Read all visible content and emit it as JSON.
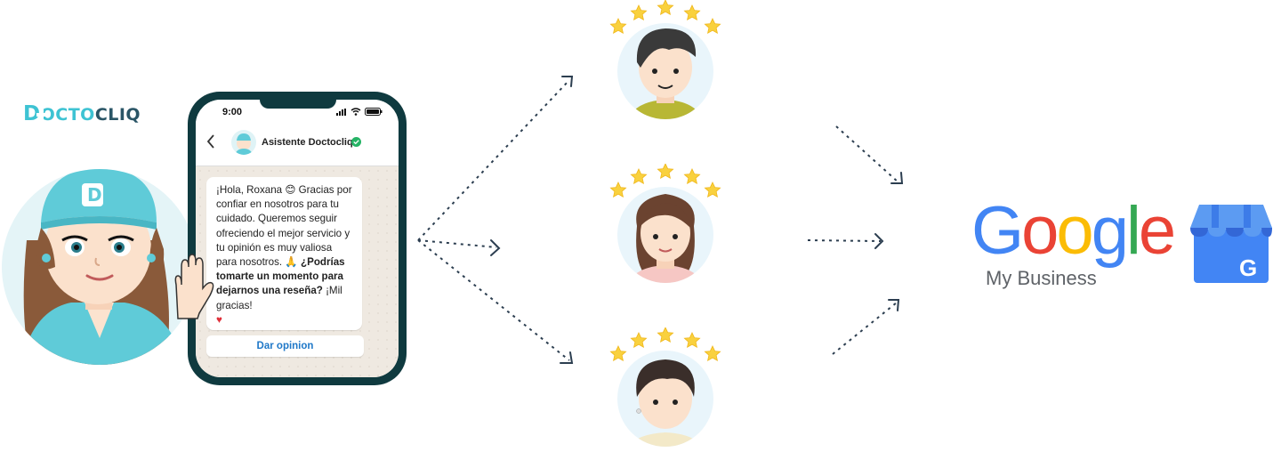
{
  "brand": {
    "logo_prefix": "D",
    "logo_main": "OCTO",
    "logo_suffix": "CLIQ",
    "color_primary": "#3ec3d3",
    "color_dark": "#2a5566"
  },
  "phone": {
    "time": "9:00",
    "contact_name": "Asistente Doctocliq",
    "message_line_1": "¡Hola, Roxana 😊 Gracias por confiar en nosotros para tu cuidado. Queremos seguir ofreciendo el mejor servicio y tu opinión es muy valiosa para nosotros. 🙏",
    "message_bold": "¿Podrías tomarte un momento para dejarnos una reseña?",
    "message_tail": " ¡Mil gracias!",
    "message_heart": "♥",
    "reply_button": "Dar opinion"
  },
  "reviewers": [
    {
      "avatar": "man-avatar",
      "stars": 5
    },
    {
      "avatar": "woman-avatar",
      "stars": 5
    },
    {
      "avatar": "older-woman-avatar",
      "stars": 5
    }
  ],
  "google": {
    "word_letters": [
      "G",
      "o",
      "o",
      "g",
      "l",
      "e"
    ],
    "letter_colors": [
      "#4285F4",
      "#EA4335",
      "#FBBC05",
      "#4285F4",
      "#34A853",
      "#EA4335"
    ],
    "subtitle": "My Business",
    "icon": "google-my-business-icon"
  }
}
